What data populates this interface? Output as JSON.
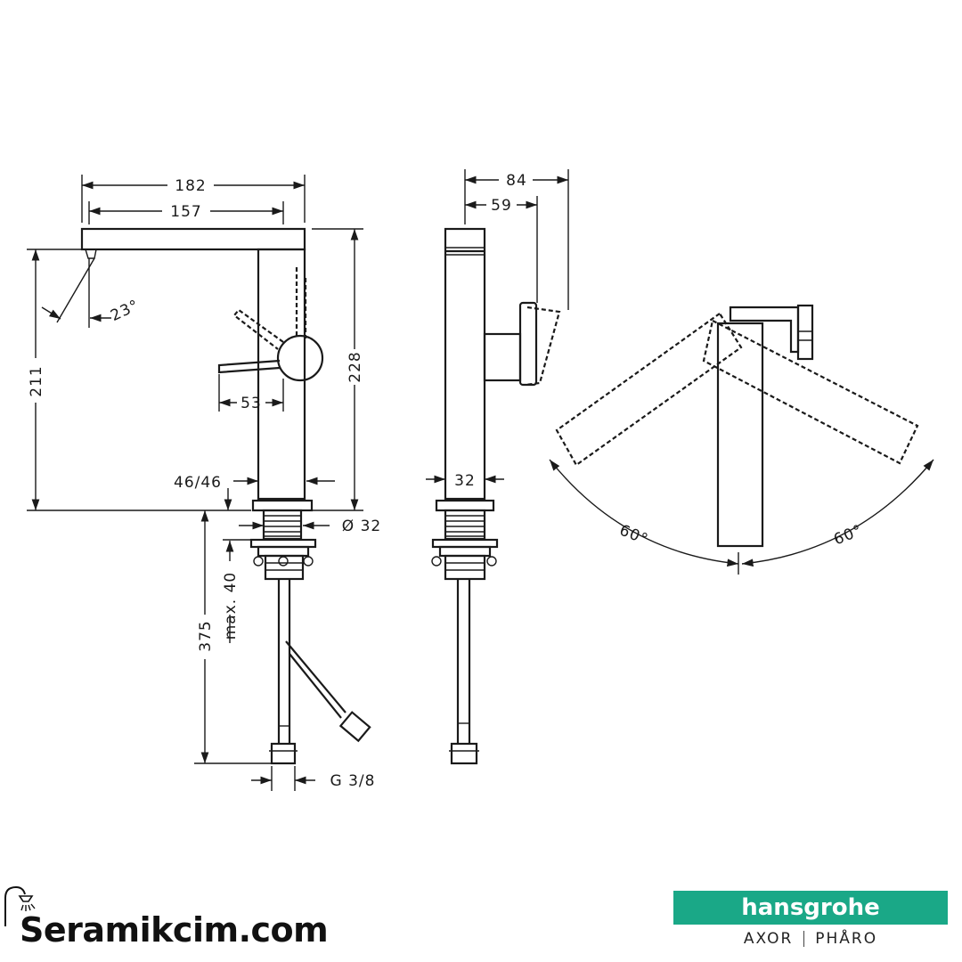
{
  "dimensions": {
    "d182": "182",
    "d157": "157",
    "d23": "23°",
    "d211": "211",
    "d228": "228",
    "d53": "53",
    "d46": "46/46",
    "d32_dia": "Ø 32",
    "max40": "max. 40",
    "d375": "375",
    "g38": "G 3/8",
    "d84": "84",
    "d59": "59",
    "d32_side": "32",
    "angle_left": "60°",
    "angle_right": "60°"
  },
  "footer": {
    "site": "Seramikcim.com",
    "brand": "hansgrohe",
    "line_a": "AXOR",
    "line_b": "PHÅRO",
    "brand_color": "#1aa887"
  }
}
